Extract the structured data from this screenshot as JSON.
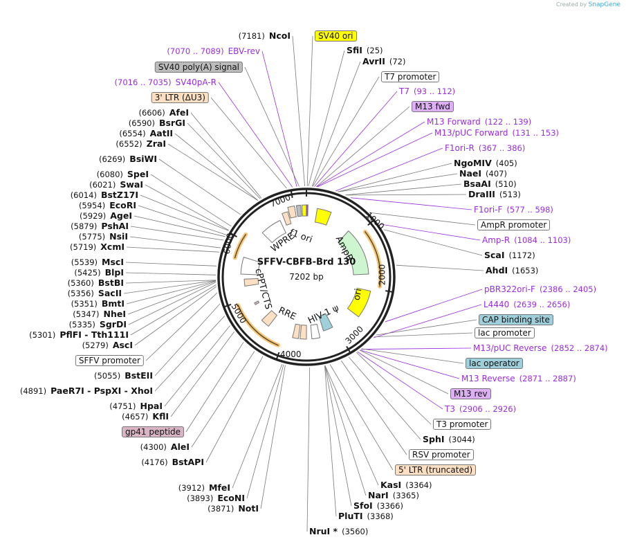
{
  "credit": {
    "prefix": "Created by",
    "brand": "SnapGene"
  },
  "plasmid": {
    "name": "SFFV-CBFB-Brd 130",
    "length": "7202 bp"
  },
  "ticks": [
    "1000",
    "2000",
    "3000",
    "4000",
    "5000",
    "6000",
    "7000"
  ],
  "inner_features": [
    "f1 ori",
    "AmpR",
    "ori",
    "HIV-1 ψ",
    "RRE",
    "cPPT/CTS",
    "WPRE"
  ],
  "colors": {
    "primer": "#9a2be2",
    "yellow": "#ffff00",
    "amp": "#ccf5d0",
    "peach": "#fde0c3",
    "gray": "#b8bcc2",
    "cyan": "#9ecfda",
    "lavender": "#ddb0f5",
    "mauve": "#d8b4c4",
    "orange": "#f7c77a"
  },
  "labels_right": [
    {
      "kind": "feature",
      "text": "SV40 ori",
      "color": "#ffff00"
    },
    {
      "kind": "enzyme",
      "text": "SfiI",
      "num": "(25)"
    },
    {
      "kind": "enzyme",
      "text": "AvrII",
      "num": "(72)"
    },
    {
      "kind": "feature",
      "text": "T7 promoter",
      "color": "#ffffff"
    },
    {
      "kind": "primer",
      "text": "T7",
      "num": "(93 .. 112)"
    },
    {
      "kind": "feature",
      "text": "M13 fwd",
      "color": "#ddb0f5"
    },
    {
      "kind": "primer",
      "text": "M13 Forward",
      "num": "(122 .. 139)"
    },
    {
      "kind": "primer",
      "text": "M13/pUC Forward",
      "num": "(131 .. 153)"
    },
    {
      "kind": "primer",
      "text": "F1ori-R",
      "num": "(367 .. 386)"
    },
    {
      "kind": "enzyme",
      "text": "NgoMIV",
      "num": "(405)"
    },
    {
      "kind": "enzyme",
      "text": "NaeI",
      "num": "(407)"
    },
    {
      "kind": "enzyme",
      "text": "BsaAI",
      "num": "(510)"
    },
    {
      "kind": "enzyme",
      "text": "DraIII",
      "num": "(513)"
    },
    {
      "kind": "primer",
      "text": "F1ori-F",
      "num": "(577 .. 598)"
    },
    {
      "kind": "feature",
      "text": "AmpR promoter",
      "color": "#ffffff"
    },
    {
      "kind": "primer",
      "text": "Amp-R",
      "num": "(1084 .. 1103)"
    },
    {
      "kind": "enzyme",
      "text": "ScaI",
      "num": "(1172)"
    },
    {
      "kind": "enzyme",
      "text": "AhdI",
      "num": "(1653)"
    },
    {
      "kind": "primer",
      "text": "pBR322ori-F",
      "num": "(2386 .. 2405)"
    },
    {
      "kind": "primer",
      "text": "L4440",
      "num": "(2639 .. 2656)"
    },
    {
      "kind": "feature",
      "text": "CAP binding site",
      "color": "#9ecfda"
    },
    {
      "kind": "feature",
      "text": "lac promoter",
      "color": "#ffffff"
    },
    {
      "kind": "primer",
      "text": "M13/pUC Reverse",
      "num": "(2852 .. 2874)"
    },
    {
      "kind": "feature",
      "text": "lac operator",
      "color": "#9ecfda"
    },
    {
      "kind": "primer",
      "text": "M13 Reverse",
      "num": "(2871 .. 2887)"
    },
    {
      "kind": "feature",
      "text": "M13 rev",
      "color": "#ddb0f5"
    },
    {
      "kind": "primer",
      "text": "T3",
      "num": "(2906 .. 2926)"
    },
    {
      "kind": "feature",
      "text": "T3 promoter",
      "color": "#ffffff"
    },
    {
      "kind": "enzyme",
      "text": "SphI",
      "num": "(3044)"
    },
    {
      "kind": "feature",
      "text": "RSV promoter",
      "color": "#ffffff"
    },
    {
      "kind": "feature",
      "text": "5' LTR (truncated)",
      "color": "#fde0c3"
    },
    {
      "kind": "enzyme",
      "text": "KasI",
      "num": "(3364)"
    },
    {
      "kind": "enzyme",
      "text": "NarI",
      "num": "(3365)"
    },
    {
      "kind": "enzyme",
      "text": "SfoI",
      "num": "(3366)"
    },
    {
      "kind": "enzyme",
      "text": "PluTI",
      "num": "(3368)"
    },
    {
      "kind": "enzyme",
      "text": "NruI *",
      "num": "(3560)"
    }
  ],
  "labels_left": [
    {
      "kind": "enzyme",
      "text": "NcoI",
      "num": "(7181)"
    },
    {
      "kind": "primer",
      "text": "EBV-rev",
      "num": "(7070 .. 7089)"
    },
    {
      "kind": "feature",
      "text": "SV40 poly(A) signal",
      "color": "#bcbcbc"
    },
    {
      "kind": "primer",
      "text": "SV40pA-R",
      "num": "(7016 .. 7035)"
    },
    {
      "kind": "feature",
      "text": "3' LTR (ΔU3)",
      "color": "#fde0c3"
    },
    {
      "kind": "enzyme",
      "text": "AfeI",
      "num": "(6606)"
    },
    {
      "kind": "enzyme",
      "text": "BsrGI",
      "num": "(6590)"
    },
    {
      "kind": "enzyme",
      "text": "AatII",
      "num": "(6554)"
    },
    {
      "kind": "enzyme",
      "text": "ZraI",
      "num": "(6552)"
    },
    {
      "kind": "enzyme",
      "text": "BsiWI",
      "num": "(6269)"
    },
    {
      "kind": "enzyme",
      "text": "SpeI",
      "num": "(6080)"
    },
    {
      "kind": "enzyme",
      "text": "SwaI",
      "num": "(6021)"
    },
    {
      "kind": "enzyme",
      "text": "BstZ17I",
      "num": "(6014)"
    },
    {
      "kind": "enzyme",
      "text": "EcoRI",
      "num": "(5954)"
    },
    {
      "kind": "enzyme",
      "text": "AgeI",
      "num": "(5929)"
    },
    {
      "kind": "enzyme",
      "text": "PshAI",
      "num": "(5879)"
    },
    {
      "kind": "enzyme",
      "text": "NsiI",
      "num": "(5775)"
    },
    {
      "kind": "enzyme",
      "text": "XcmI",
      "num": "(5719)"
    },
    {
      "kind": "enzyme",
      "text": "MscI",
      "num": "(5539)"
    },
    {
      "kind": "enzyme",
      "text": "BlpI",
      "num": "(5425)"
    },
    {
      "kind": "enzyme",
      "text": "BstBI",
      "num": "(5360)"
    },
    {
      "kind": "enzyme",
      "text": "SacII",
      "num": "(5356)"
    },
    {
      "kind": "enzyme",
      "text": "BmtI",
      "num": "(5351)"
    },
    {
      "kind": "enzyme",
      "text": "NheI",
      "num": "(5347)"
    },
    {
      "kind": "enzyme",
      "text": "SgrDI",
      "num": "(5335)"
    },
    {
      "kind": "enzyme",
      "text": "PflFI  - Tth111I",
      "num": "(5301)"
    },
    {
      "kind": "enzyme",
      "text": "AscI",
      "num": "(5279)"
    },
    {
      "kind": "feature",
      "text": "SFFV promoter",
      "color": "#ffffff"
    },
    {
      "kind": "enzyme",
      "text": "BstEII",
      "num": "(5055)"
    },
    {
      "kind": "enzyme",
      "text": "PaeR7I  - PspXI  - XhoI",
      "num": "(4891)"
    },
    {
      "kind": "enzyme",
      "text": "HpaI",
      "num": "(4751)"
    },
    {
      "kind": "enzyme",
      "text": "KflI",
      "num": "(4657)"
    },
    {
      "kind": "feature",
      "text": "gp41 peptide",
      "color": "#d8b4c4"
    },
    {
      "kind": "enzyme",
      "text": "AleI",
      "num": "(4300)"
    },
    {
      "kind": "enzyme",
      "text": "BstAPI",
      "num": "(4176)"
    },
    {
      "kind": "enzyme",
      "text": "MfeI",
      "num": "(3912)"
    },
    {
      "kind": "enzyme",
      "text": "EcoNI",
      "num": "(3893)"
    },
    {
      "kind": "enzyme",
      "text": "NotI",
      "num": "(3871)"
    }
  ]
}
